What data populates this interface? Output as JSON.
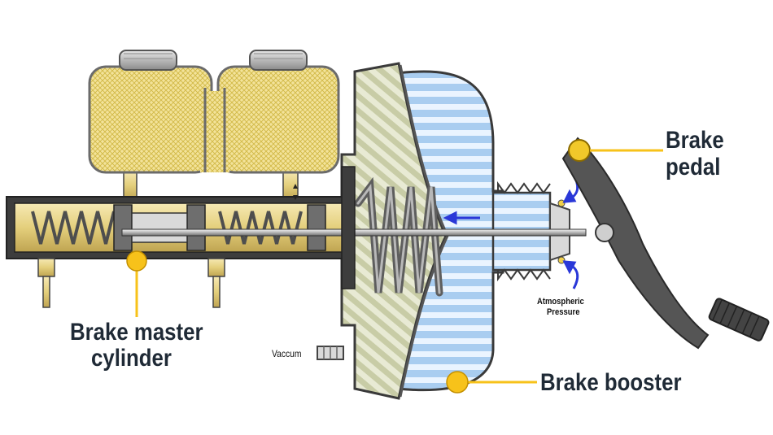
{
  "labels": {
    "brake_pedal_1": "Brake",
    "brake_pedal_2": "pedal",
    "master_1": "Brake master",
    "master_2": "cylinder",
    "booster": "Brake booster",
    "vaccum": "Vaccum",
    "atm_1": "Atmospheric",
    "atm_2": "Pressure"
  },
  "colors": {
    "callout_line": "#f7c21a",
    "reservoir": "#f1df8f",
    "reservoir_stripe": "#d3bb48",
    "booster_blue": "#a9cdf0",
    "booster_white": "#ffffff",
    "diaphragm_green": "#c4c8a2",
    "cylinder_brass": "#e9d58a",
    "body_dark": "#3d3d3d",
    "spring_gray": "#888888",
    "pedal_gray": "#555555",
    "arrow_blue": "#2a38d8"
  }
}
